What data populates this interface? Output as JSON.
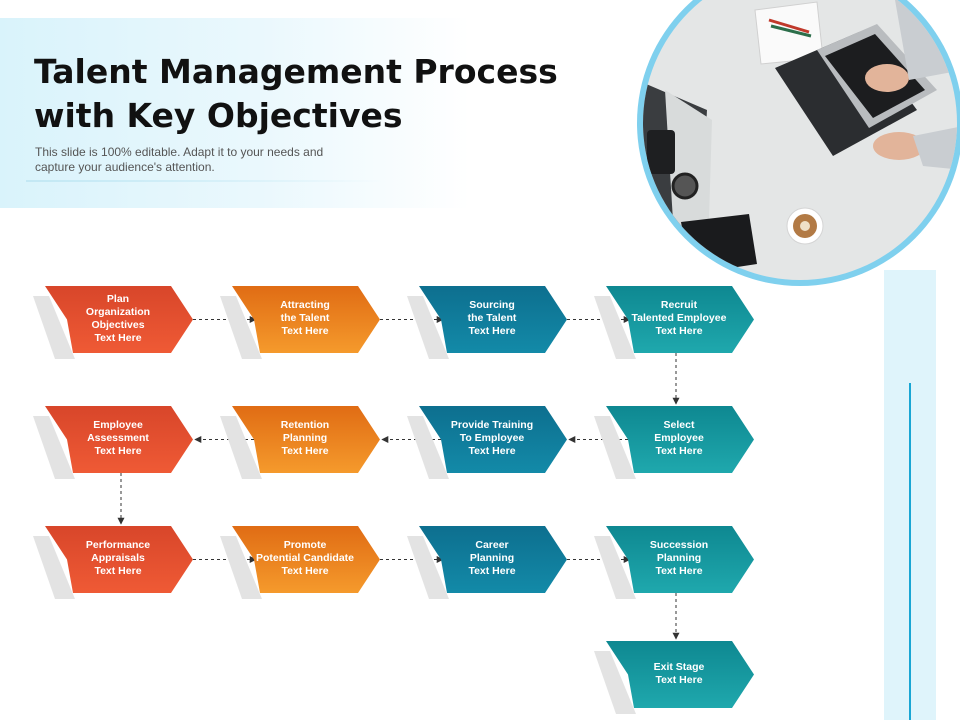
{
  "header": {
    "title": "Talent Management Process with Key Objectives",
    "subtitle": "This slide is 100% editable. Adapt it to your needs and capture your audience's attention."
  },
  "colors": {
    "red": [
      "#d8462a",
      "#ef5a35"
    ],
    "orange": [
      "#e06c14",
      "#f59a2c"
    ],
    "blue": [
      "#0d6f8f",
      "#138aa8"
    ],
    "teal": [
      "#0e8891",
      "#1fa8ad"
    ],
    "accent": "#19a6d4"
  },
  "nodes": [
    {
      "id": "n1",
      "text": "Plan\nOrganization\nObjectives\nText Here",
      "color": "red",
      "row": 0,
      "col": 0
    },
    {
      "id": "n2",
      "text": "Attracting\nthe Talent\nText Here",
      "color": "orange",
      "row": 0,
      "col": 1
    },
    {
      "id": "n3",
      "text": "Sourcing\nthe Talent\nText Here",
      "color": "blue",
      "row": 0,
      "col": 2
    },
    {
      "id": "n4",
      "text": "Recruit\nTalented Employee\nText Here",
      "color": "teal",
      "row": 0,
      "col": 3
    },
    {
      "id": "n5",
      "text": "Employee\nAssessment\nText Here",
      "color": "red",
      "row": 1,
      "col": 0
    },
    {
      "id": "n6",
      "text": "Retention\nPlanning\nText Here",
      "color": "orange",
      "row": 1,
      "col": 1
    },
    {
      "id": "n7",
      "text": "Provide Training\nTo Employee\nText Here",
      "color": "blue",
      "row": 1,
      "col": 2
    },
    {
      "id": "n8",
      "text": "Select\nEmployee\nText Here",
      "color": "teal",
      "row": 1,
      "col": 3
    },
    {
      "id": "n9",
      "text": "Performance\nAppraisals\nText Here",
      "color": "red",
      "row": 2,
      "col": 0
    },
    {
      "id": "n10",
      "text": "Promote\nPotential Candidate\nText Here",
      "color": "orange",
      "row": 2,
      "col": 1
    },
    {
      "id": "n11",
      "text": "Career\nPlanning\nText Here",
      "color": "blue",
      "row": 2,
      "col": 2
    },
    {
      "id": "n12",
      "text": "Succession\nPlanning\nText Here",
      "color": "teal",
      "row": 2,
      "col": 3
    },
    {
      "id": "n13",
      "text": "Exit Stage\nText Here",
      "color": "teal",
      "row": 3,
      "col": 3
    }
  ],
  "edges": [
    {
      "from": "n1",
      "to": "n2"
    },
    {
      "from": "n2",
      "to": "n3"
    },
    {
      "from": "n3",
      "to": "n4"
    },
    {
      "from": "n4",
      "to": "n8"
    },
    {
      "from": "n8",
      "to": "n7"
    },
    {
      "from": "n7",
      "to": "n6"
    },
    {
      "from": "n6",
      "to": "n5"
    },
    {
      "from": "n5",
      "to": "n9"
    },
    {
      "from": "n9",
      "to": "n10"
    },
    {
      "from": "n10",
      "to": "n11"
    },
    {
      "from": "n11",
      "to": "n12"
    },
    {
      "from": "n12",
      "to": "n13"
    }
  ]
}
